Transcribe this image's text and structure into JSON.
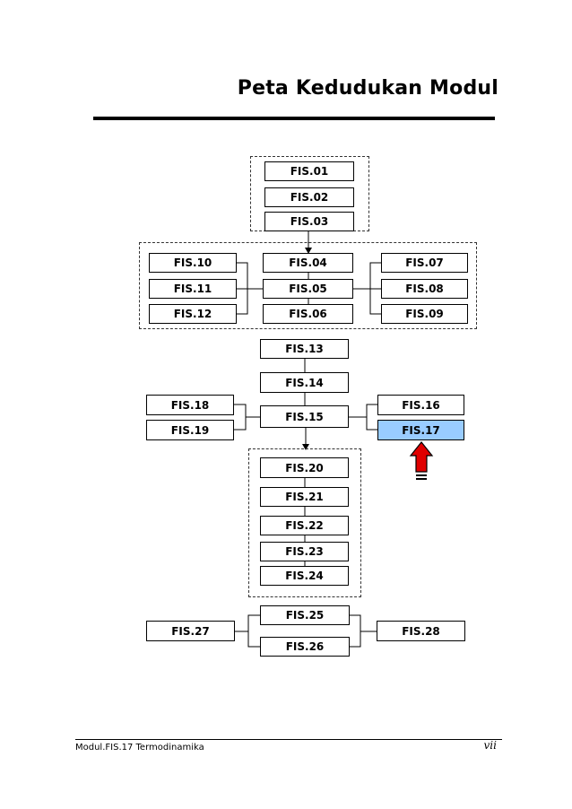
{
  "title": "Peta Kedudukan Modul",
  "footer": {
    "left": "Modul.FIS.17 Termodinamika",
    "page": "vii"
  },
  "highlight_color": "#99ccff",
  "arrow_color": "#e00000",
  "modules": {
    "fis01": "FIS.01",
    "fis02": "FIS.02",
    "fis03": "FIS.03",
    "fis04": "FIS.04",
    "fis05": "FIS.05",
    "fis06": "FIS.06",
    "fis07": "FIS.07",
    "fis08": "FIS.08",
    "fis09": "FIS.09",
    "fis10": "FIS.10",
    "fis11": "FIS.11",
    "fis12": "FIS.12",
    "fis13": "FIS.13",
    "fis14": "FIS.14",
    "fis15": "FIS.15",
    "fis16": "FIS.16",
    "fis17": "FIS.17",
    "fis18": "FIS.18",
    "fis19": "FIS.19",
    "fis20": "FIS.20",
    "fis21": "FIS.21",
    "fis22": "FIS.22",
    "fis23": "FIS.23",
    "fis24": "FIS.24",
    "fis25": "FIS.25",
    "fis26": "FIS.26",
    "fis27": "FIS.27",
    "fis28": "FIS.28"
  },
  "current_module": "FIS.17"
}
